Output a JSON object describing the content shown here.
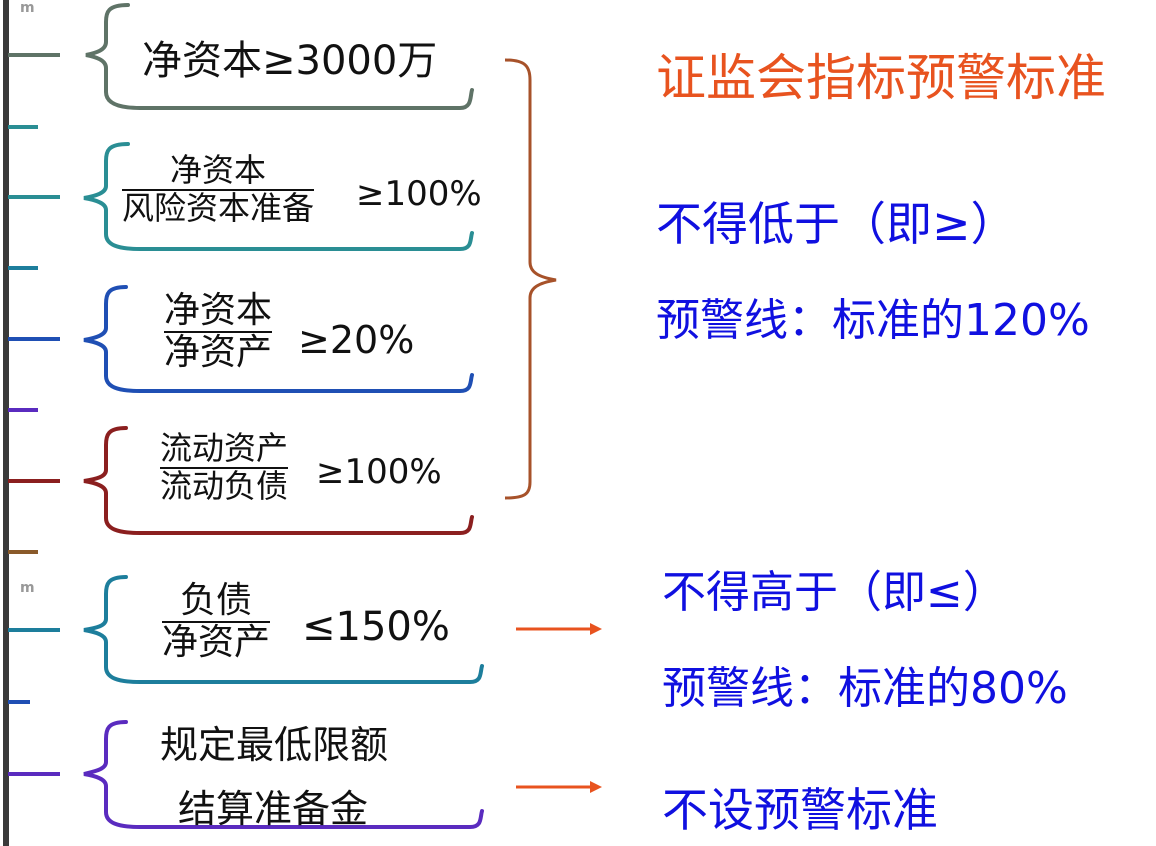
{
  "colors": {
    "title": "#e8531f",
    "text_blue": "#1010e0",
    "spine": "#3a3a3a",
    "bracket_red": "#a7522a",
    "arrow": "#e8531f",
    "branches": [
      "#5f7367",
      "#2a8e94",
      "#1f4fb4",
      "#8b1f1f",
      "#1d7e9c",
      "#5a2bbf"
    ]
  },
  "title": "证监会指标预警标准",
  "indicators": [
    {
      "text": "净资本≥3000万"
    },
    {
      "numerator": "净资本",
      "denominator": "风险资本准备",
      "comparison": "≥100%"
    },
    {
      "numerator": "净资本",
      "denominator": "净资产",
      "comparison": "≥20%"
    },
    {
      "numerator": "流动资产",
      "denominator": "流动负债",
      "comparison": "≥100%"
    },
    {
      "numerator": "负债",
      "denominator": "净资产",
      "comparison": "≤150%"
    },
    {
      "line1": "规定最低限额",
      "line2": "结算准备金"
    }
  ],
  "notes": {
    "not_lower": "不得低于（即≥）",
    "warning_120": "预警线：标准的120%",
    "not_higher": "不得高于（即≤）",
    "warning_80": "预警线：标准的80%",
    "no_warning": "不设预警标准"
  },
  "corner_marks": [
    "m",
    "m"
  ]
}
